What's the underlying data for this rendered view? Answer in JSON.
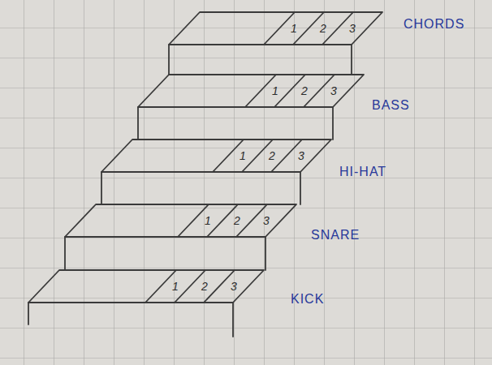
{
  "diagram": {
    "labels": [
      "1",
      "2",
      "3",
      "CHORDS",
      "1",
      "2",
      "3",
      "BASS",
      "1",
      "2",
      "3",
      "HI-HAT",
      "1",
      "2",
      "3",
      "SNARE",
      "1",
      "2",
      "3",
      "KICK"
    ]
  }
}
